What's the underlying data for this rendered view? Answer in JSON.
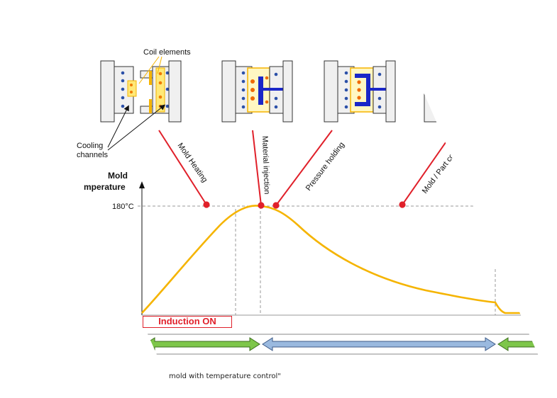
{
  "labels": {
    "coil_elements": "Coil elements",
    "cooling_channels_line1": "Cooling",
    "cooling_channels_line2": "channels",
    "y_axis_line1": "Mold",
    "y_axis_line2": "mperature",
    "temperature_tick": "180°C",
    "induction": "Induction ON",
    "caption": "mold with temperature control\""
  },
  "stages": [
    {
      "label": "Mold Heating"
    },
    {
      "label": "Material injection"
    },
    {
      "label": "Pressure holding"
    },
    {
      "label": "Mold / Part co"
    }
  ],
  "colors": {
    "curve": "#f5b400",
    "marker": "#e0202a",
    "arrow_green": "#7ec64a",
    "arrow_blue": "#9ab9df",
    "coil": "#f5b400",
    "channel": "#2b50a8",
    "part": "#1a27c8"
  }
}
